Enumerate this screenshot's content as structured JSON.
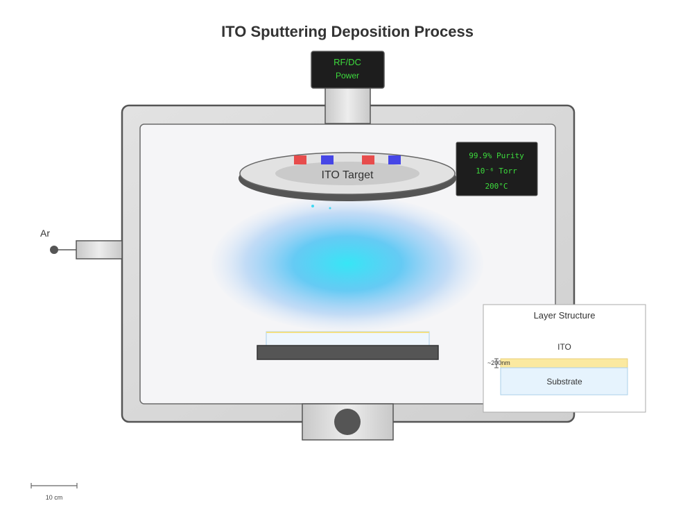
{
  "title": "ITO Sputtering Deposition Process",
  "power_supply": {
    "line1": "RF/DC",
    "line2": "Power"
  },
  "target": {
    "label": "ITO Target"
  },
  "readout": {
    "purity": "99.9% Purity",
    "pressure": "10⁻⁶ Torr",
    "temperature": "200°C"
  },
  "gas_inlet": {
    "label": "Ar"
  },
  "layer_panel": {
    "title": "Layer Structure",
    "top_layer": "ITO",
    "thickness": "~200nm",
    "base_layer": "Substrate"
  },
  "scale_bar": {
    "label": "10 cm"
  },
  "colors": {
    "plasma": "#3fd9f2",
    "ito_layer": "#fbe9a0",
    "substrate": "#e6f3fd",
    "magnet_north": "#e74c4c",
    "magnet_south": "#4646e6",
    "readout_text": "#3ddc3d"
  }
}
